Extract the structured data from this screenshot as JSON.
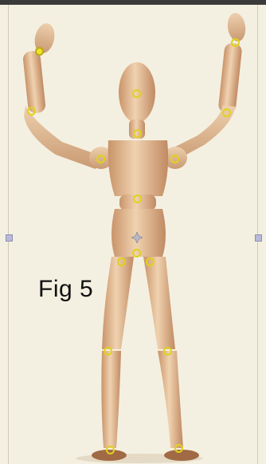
{
  "caption": {
    "text": "Fig 5"
  },
  "colors": {
    "canvas": "#f4f0e1",
    "wood": "#e8c8a4",
    "wood_shadow": "#b7825c",
    "joint_marker": "#e0d21a",
    "top_bar": "#3a3a3a",
    "selection_handle": "#b9b9d9"
  },
  "joints": [
    "left-wrist",
    "right-wrist",
    "head",
    "left-elbow",
    "right-elbow",
    "neck",
    "left-shoulder",
    "right-shoulder",
    "waist",
    "hip-center",
    "left-hip",
    "right-hip",
    "left-knee",
    "right-knee",
    "left-ankle",
    "right-ankle"
  ],
  "icons": [
    "pivot-icon",
    "selection-handle-icon"
  ]
}
